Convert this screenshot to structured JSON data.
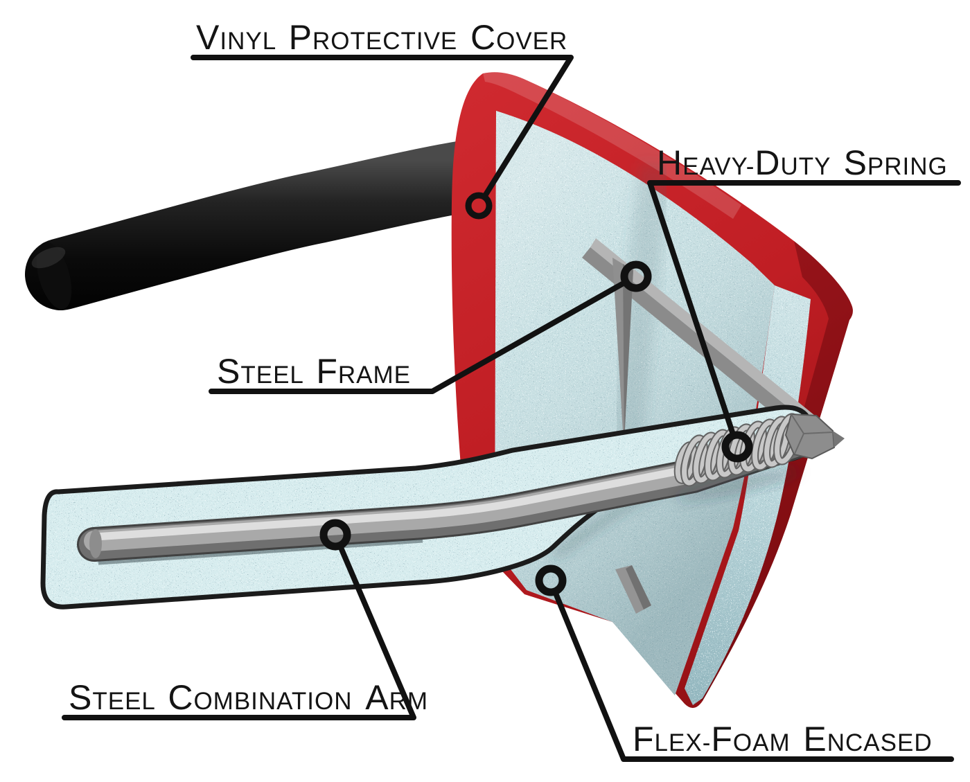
{
  "figure": {
    "type": "annotated-product-cutaway-diagram",
    "background": "#ffffff",
    "callouts": [
      {
        "id": "vinyl",
        "label": "Vinyl Protective Cover",
        "points_to": "vinyl-cover"
      },
      {
        "id": "spring",
        "label": "Heavy-Duty Spring",
        "points_to": "spring"
      },
      {
        "id": "frame",
        "label": "Steel Frame",
        "points_to": "steel-frame"
      },
      {
        "id": "arm",
        "label": "Steel Combination Arm",
        "points_to": "combination-arm"
      },
      {
        "id": "foam",
        "label": "Flex-Foam Encased",
        "points_to": "foam-padding"
      }
    ],
    "parts": [
      "handle",
      "vinyl-cover",
      "foam-padding",
      "steel-frame",
      "heavy-duty-spring",
      "steel-combination-arm"
    ],
    "colors": {
      "vinyl_red": "#c1201f",
      "vinyl_red_dark": "#8a1014",
      "foam_face": "#c6dfe2",
      "foam_arm": "#d6ecee",
      "foam_shadow": "#9bbdc5",
      "steel_gray": "#9a9a9a",
      "handle_black": "#0a0a0a",
      "annotation_black": "#111111"
    }
  }
}
